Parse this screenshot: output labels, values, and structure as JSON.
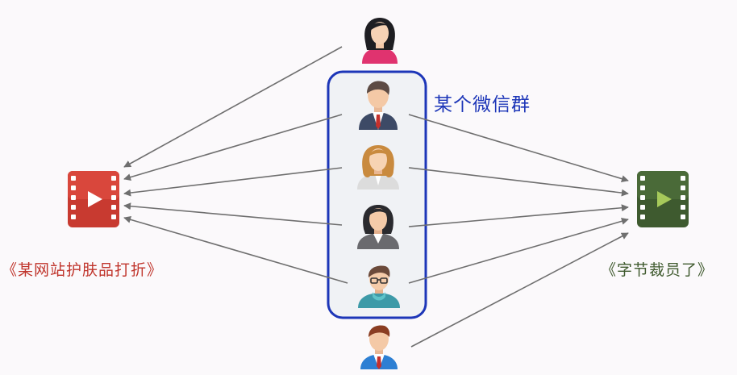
{
  "group": {
    "title": "某个微信群"
  },
  "videos": {
    "left": {
      "label": "《某网站护肤品打折》",
      "color": "#c83a30",
      "icon": "play-film-icon"
    },
    "right": {
      "label": "《字节裁员了》",
      "color": "#3e5a2f",
      "icon": "play-film-icon"
    }
  },
  "people": {
    "outside_top": {
      "icon": "woman-avatar-icon"
    },
    "member_1": {
      "icon": "man-suit-avatar-icon"
    },
    "member_2": {
      "icon": "woman-blonde-avatar-icon"
    },
    "member_3": {
      "icon": "woman-dark-avatar-icon"
    },
    "member_4": {
      "icon": "man-glasses-avatar-icon"
    },
    "outside_bottom": {
      "icon": "man-avatar-icon"
    }
  },
  "colors": {
    "group_border": "#1d36b8",
    "arrow": "#6f6f6f"
  }
}
